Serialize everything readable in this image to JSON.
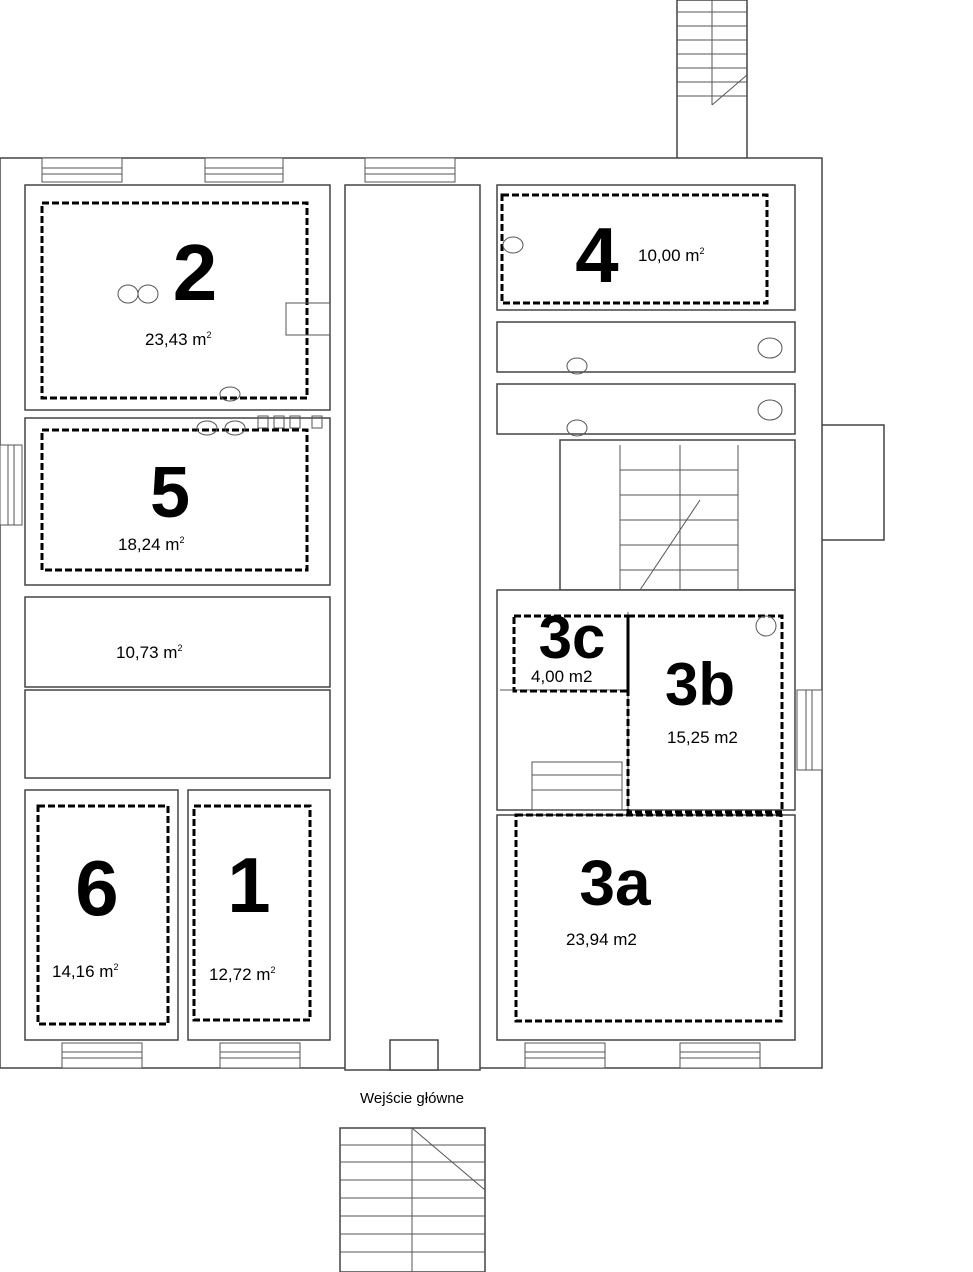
{
  "rooms": [
    {
      "id": "2",
      "area": "23,43 m",
      "sup": "2"
    },
    {
      "id": "5",
      "area": "18,24 m",
      "sup": "2"
    },
    {
      "id": "",
      "area": "10,73 m",
      "sup": "2"
    },
    {
      "id": "6",
      "area": "14,16 m",
      "sup": "2"
    },
    {
      "id": "1",
      "area": "12,72 m",
      "sup": "2"
    },
    {
      "id": "4",
      "area": "10,00 m",
      "sup": "2"
    },
    {
      "id": "3c",
      "area": "4,00 m2"
    },
    {
      "id": "3b",
      "area": "15,25 m2"
    },
    {
      "id": "3a",
      "area": "23,94 m2"
    }
  ],
  "entrance_label": "Wejście główne"
}
